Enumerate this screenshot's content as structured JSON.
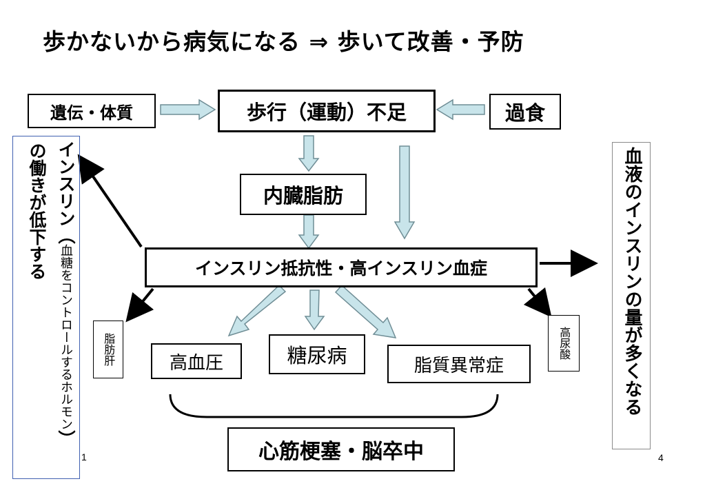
{
  "title": "歩かないから病気になる ⇒ 歩いて改善・予防",
  "boxes": {
    "heredity": "遺伝・体質",
    "lack_of_walking": "歩行（運動）不足",
    "overeating": "過食",
    "visceral_fat": "内臓脂肪",
    "insulin_resistance": "インスリン抵抗性・高インスリン血症",
    "hypertension": "高血圧",
    "diabetes": "糖尿病",
    "dyslipidemia": "脂質異常症",
    "stroke_mi": "心筋梗塞・脳卒中",
    "fatty_liver": "脂肪肝",
    "hyperuricemia": "高尿酸"
  },
  "left_panel": {
    "line1": "インスリン（",
    "line1_small": "血糖をコントロールするホルモン",
    "line1_end": "）",
    "line2": "の働きが低下する"
  },
  "right_panel": "血液のインスリンの量が多くなる",
  "page_numbers": {
    "left": "1",
    "right": "4"
  },
  "colors": {
    "light_arrow_fill": "#c8e4ea",
    "light_arrow_stroke": "#6f8d95",
    "panel_border": "#3f5fb0"
  }
}
